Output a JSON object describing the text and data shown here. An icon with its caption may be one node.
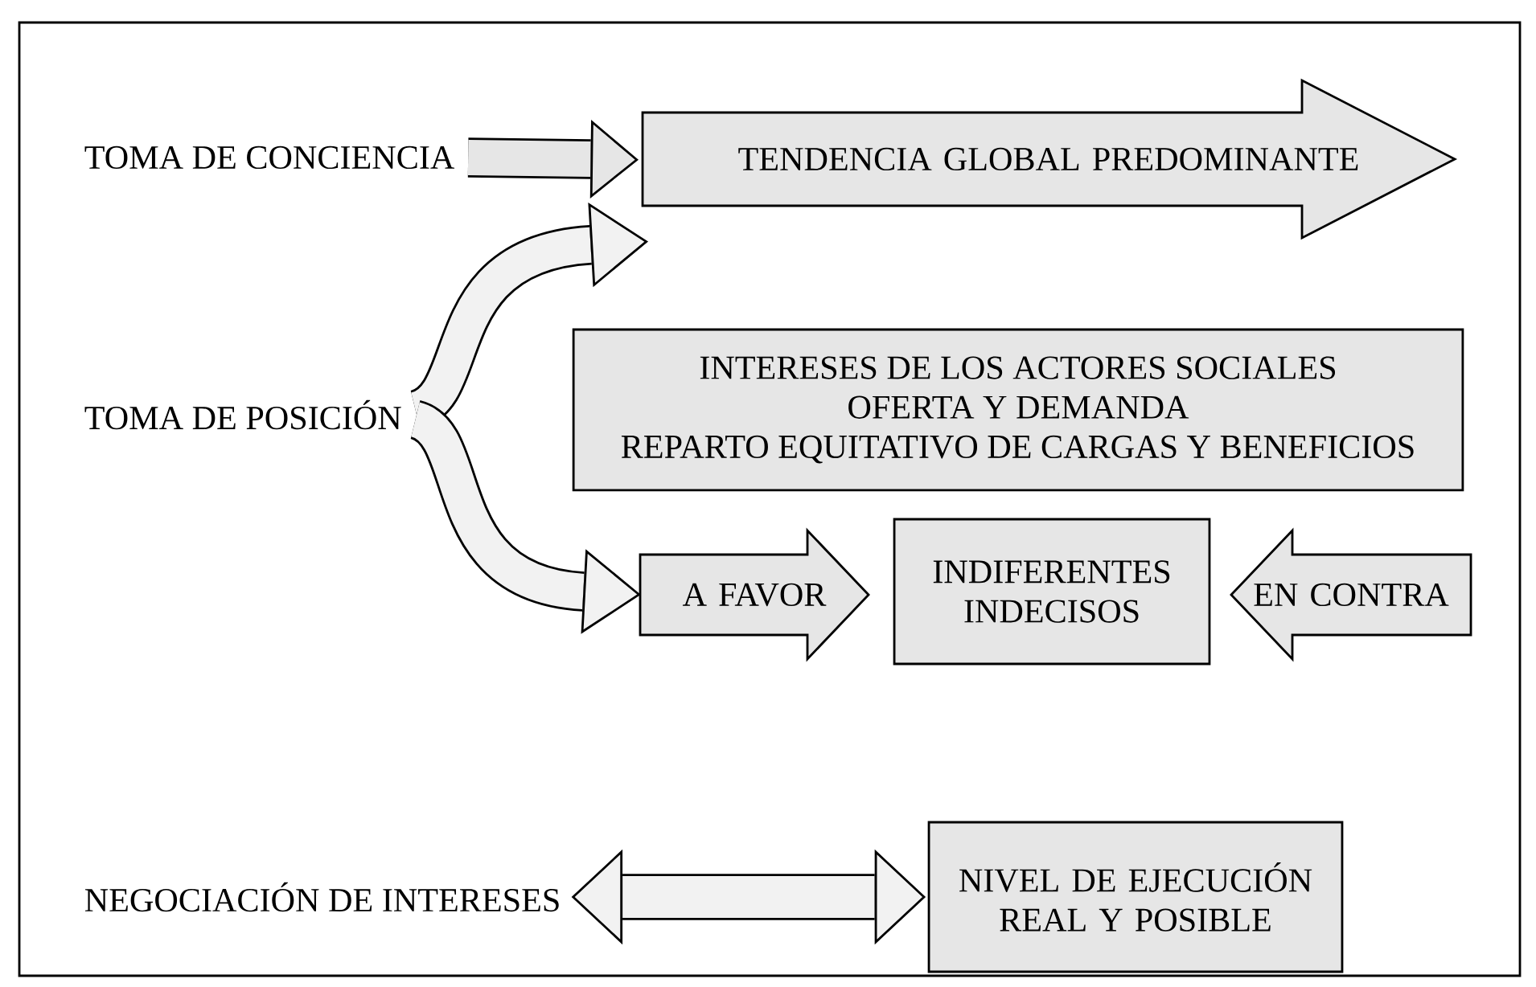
{
  "diagram": {
    "nodes": [
      {
        "text": [
          "TOMA DE CONCIENCIA"
        ]
      },
      {
        "text": [
          "TENDENCIA GLOBAL PREDOMINANTE"
        ]
      },
      {
        "text": [
          "TOMA DE POSICIÓN"
        ]
      },
      {
        "text": [
          "INTERESES DE LOS ACTORES SOCIALES",
          "OFERTA Y DEMANDA",
          "REPARTO EQUITATIVO DE CARGAS Y BENEFICIOS"
        ]
      },
      {
        "text": [
          "A FAVOR"
        ]
      },
      {
        "text": [
          "INDIFERENTES",
          "INDECISOS"
        ]
      },
      {
        "text": [
          "EN CONTRA"
        ]
      },
      {
        "text": [
          "NEGOCIACIÓN DE INTERESES"
        ]
      },
      {
        "text": [
          "NIVEL DE EJECUCIÓN REAL Y POSIBLE"
        ]
      }
    ],
    "edges": [
      {
        "from": 0,
        "to": 1,
        "arrow": "to"
      },
      {
        "from": 2,
        "to": 1,
        "arrow": "to"
      },
      {
        "from": 2,
        "to": 4,
        "arrow": "to"
      },
      {
        "from": 7,
        "to": 8,
        "arrow": "both"
      }
    ]
  }
}
